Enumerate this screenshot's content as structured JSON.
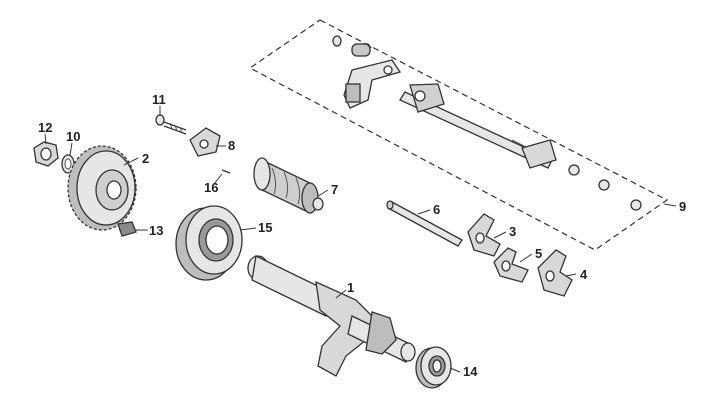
{
  "diagram": {
    "part_numbers": {
      "crankshaft": "1",
      "gear": "2",
      "shift_fork_3": "3",
      "shift_fork_4": "4",
      "shift_fork_5": "5",
      "fork_shaft": "6",
      "shift_drum": "7",
      "drum_stopper_plate": "8",
      "shift_shaft_assembly": "9",
      "washer": "10",
      "bolt": "11",
      "nut": "12",
      "woodruff_key": "13",
      "small_bearing": "14",
      "large_bearing": "15",
      "pin": "16"
    },
    "colors": {
      "line": "#333333",
      "part_fill": "#e6e6e6",
      "part_shade": "#bdbdbd",
      "dark_shade": "#8a8a8a",
      "background": "#ffffff"
    }
  }
}
